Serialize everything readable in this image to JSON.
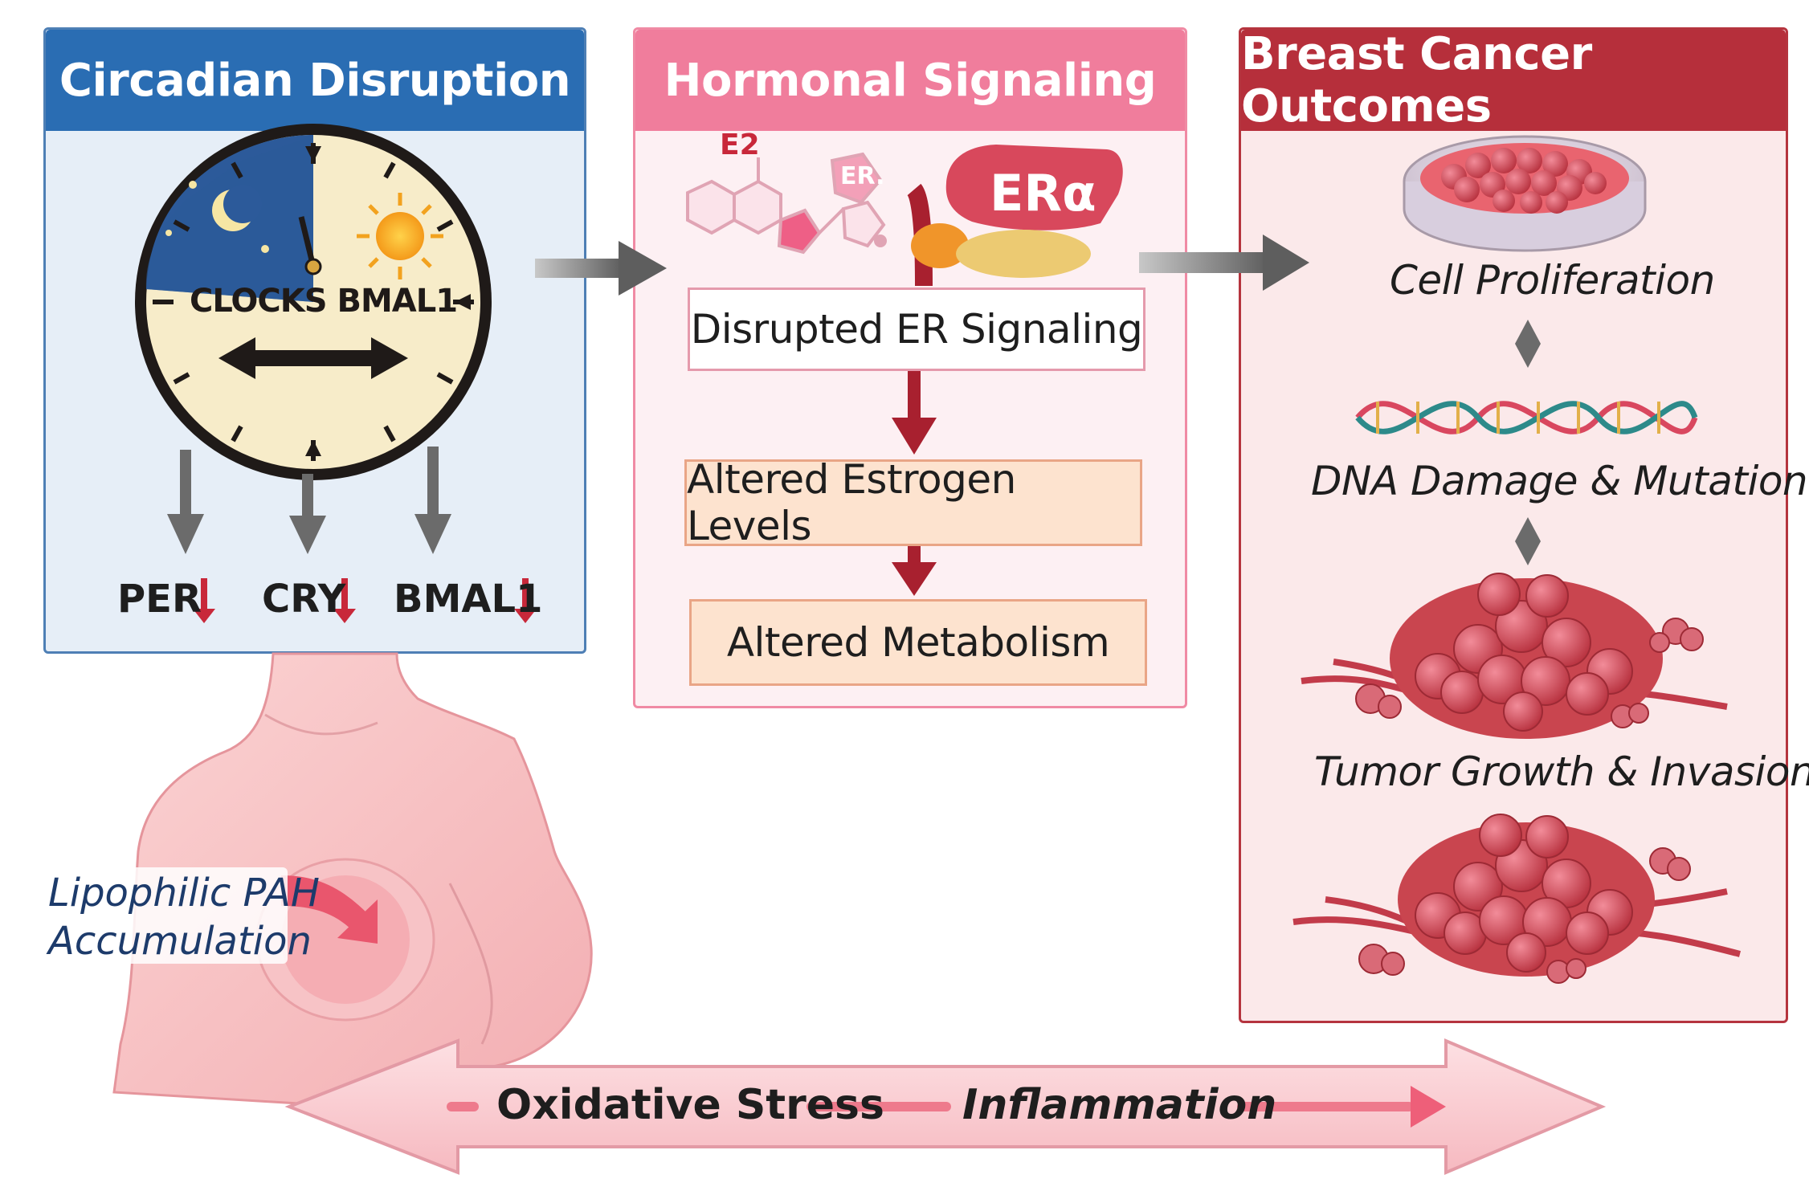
{
  "panels": {
    "circadian": {
      "title": "Circadian Disruption"
    },
    "hormonal": {
      "title": "Hormonal Signaling"
    },
    "outcomes": {
      "title": "Breast Cancer Outcomes"
    }
  },
  "clock": {
    "label": "CLOCKS BMAL1"
  },
  "genes": [
    {
      "label": "PER"
    },
    {
      "label": "CRY"
    },
    {
      "label": "BMAL1"
    }
  ],
  "hormonal": {
    "molecule_label_1": "E2",
    "molecule_label_2": "ER.",
    "receptor_label": "ERα",
    "steps": [
      "Disrupted ER Signaling",
      "Altered Estrogen Levels",
      "Altered Metabolism"
    ]
  },
  "outcomes": [
    "Cell Proliferation",
    "DNA Damage & Mutation",
    "Tumor Growth & Invasion"
  ],
  "body": {
    "pah_line1": "Lipophilic PAH",
    "pah_line2": "Accumulation"
  },
  "bottom_arrow": {
    "left": "Oxidative Stress",
    "right": "Inflammation"
  },
  "colors": {
    "blue_header": "#2a6db3",
    "pink_header": "#f07d9c",
    "red_header": "#b62f3b",
    "arrow_gray": "#6b6b6b",
    "down_red": "#c8283a"
  }
}
